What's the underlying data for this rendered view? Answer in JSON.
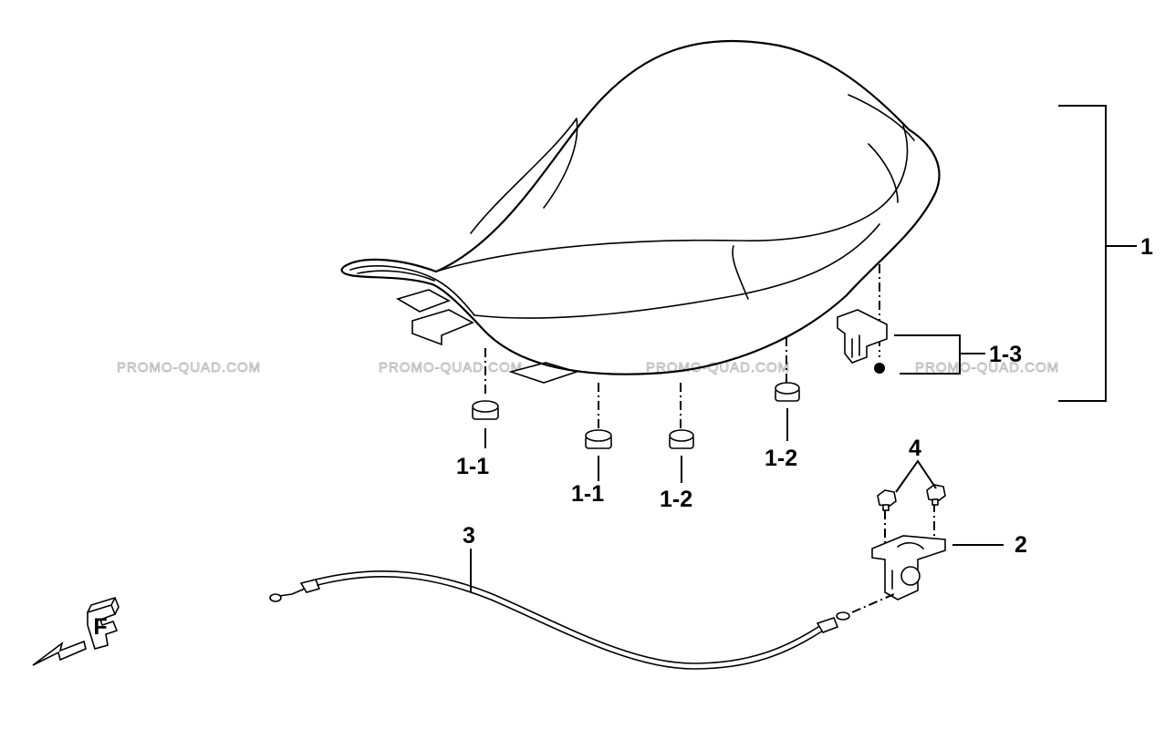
{
  "watermark": "PROMO-QUAD.COM",
  "callouts": {
    "seat_assembly": "1",
    "rubber_front_a": "1-1",
    "rubber_front_b": "1-1",
    "rubber_rear_a": "1-2",
    "rubber_rear_b": "1-2",
    "hook": "1-3",
    "lock": "2",
    "cable": "3",
    "bolts": "4"
  },
  "direction_letter": "F"
}
